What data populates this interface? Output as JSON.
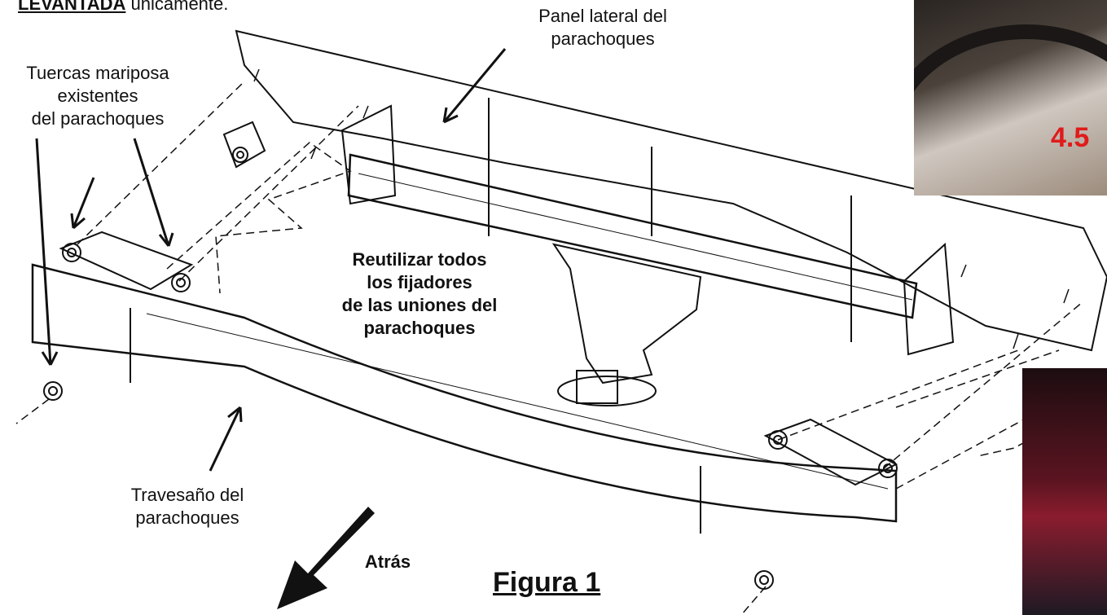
{
  "top_note": {
    "underlined": "LEVANTADA",
    "rest": " únicamente."
  },
  "labels": {
    "side_panel": [
      "Panel lateral del",
      "parachoques"
    ],
    "wing_nuts": [
      "Tuercas mariposa",
      "existentes",
      "del parachoques"
    ],
    "reuse": [
      "Reutilizar todos",
      "los fijadores",
      "de las uniones del",
      "parachoques"
    ],
    "crossbar": [
      "Travesaño del",
      "parachoques"
    ],
    "back": "Atrás",
    "figure": "Figura 1"
  },
  "photo_top": {
    "value": "4.5"
  },
  "colors": {
    "line": "#111111",
    "red_text": "#e01b1b"
  }
}
